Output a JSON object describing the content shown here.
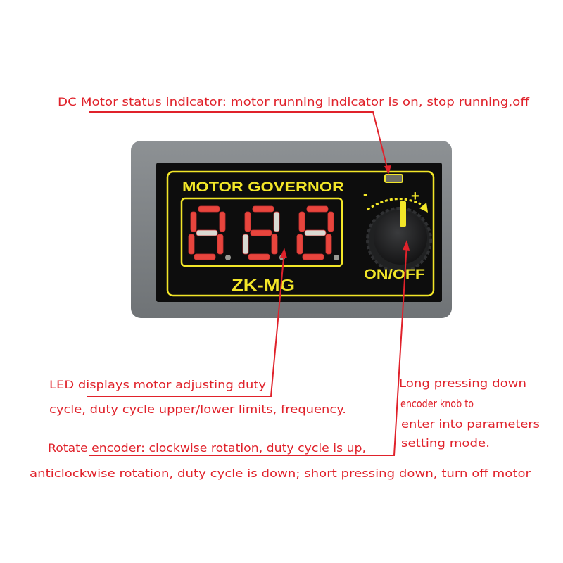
{
  "colors": {
    "annotation": "#e0222b",
    "panel_print": "#f2e628",
    "housing": "#7e8285",
    "panel": "#0d0d0d",
    "segment_lit": "#e8453d",
    "segment_unlit": "#d9d9d2"
  },
  "device": {
    "title": "MOTOR GOVERNOR",
    "model": "ZK-MG",
    "knob_label": "ON/OFF",
    "minus_sign": "-",
    "plus_sign": "+",
    "display_digits": [
      "0",
      "5",
      "0"
    ],
    "status_led": "off",
    "icons": [
      "status-led-icon",
      "rotation-arc-arrow-icon",
      "encoder-knob-icon"
    ]
  },
  "annotations": {
    "status_indicator": "DC Motor status indicator: motor running indicator is on, stop running,off",
    "led_display": [
      "LED displays motor adjusting duty",
      "cycle, duty cycle upper/lower limits, frequency."
    ],
    "rotate_encoder": [
      "Rotate encoder: clockwise rotation, duty cycle is up,",
      "anticlockwise rotation, duty cycle is down; short pressing down, turn off motor"
    ],
    "long_press": [
      "Long pressing down",
      "encoder knob to",
      "enter into parameters",
      "setting mode."
    ]
  }
}
